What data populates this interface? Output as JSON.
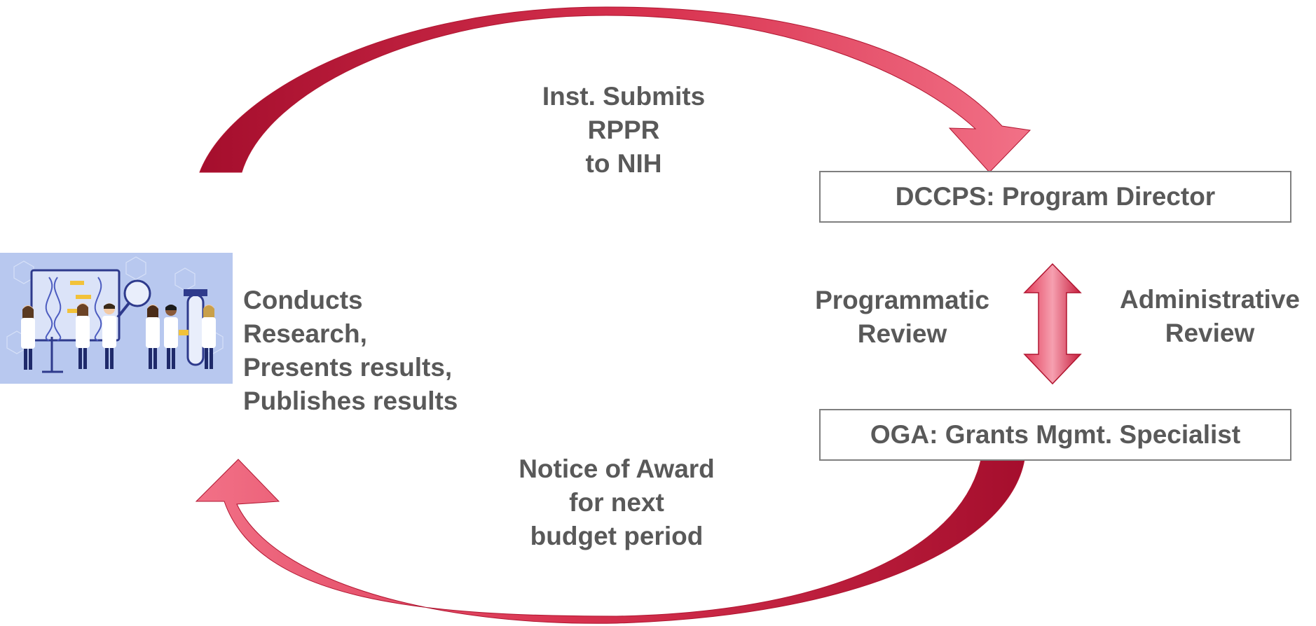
{
  "top_label": [
    "Inst. Submits",
    "RPPR",
    "to NIH"
  ],
  "bottom_label": [
    "Notice of Award",
    "for next",
    "budget period"
  ],
  "research_label": [
    "Conducts",
    "Research,",
    "Presents results,",
    "Publishes results"
  ],
  "program_director_box": "DCCPS: Program Director",
  "grants_specialist_box": "OGA: Grants Mgmt. Specialist",
  "programmatic_review": [
    "Programmatic",
    "Review"
  ],
  "administrative_review": [
    "Administrative",
    "Review"
  ],
  "colors": {
    "arrow_dark": "#a50e2d",
    "arrow_light": "#f27187",
    "text": "#595959",
    "box_border": "#7f7f7f"
  }
}
